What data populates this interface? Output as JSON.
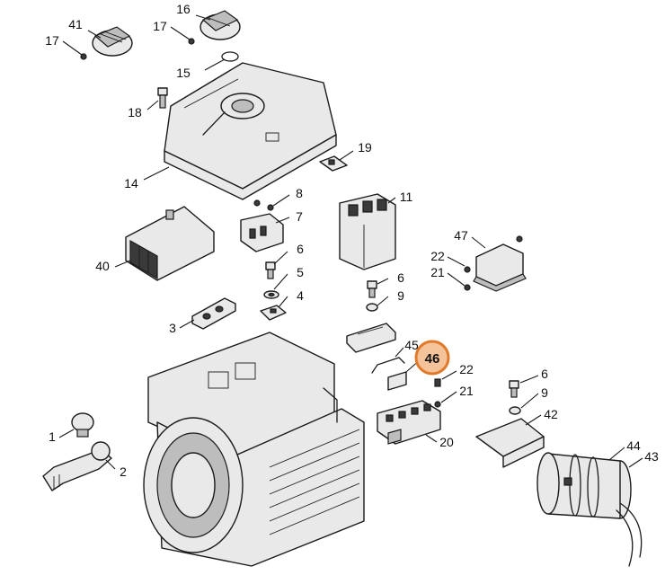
{
  "highlight": {
    "label": "46",
    "color": "#e07a2a",
    "fill": "#f5c39a"
  },
  "labels": {
    "l41": "41",
    "l17a": "17",
    "l16": "16",
    "l17b": "17",
    "l15": "15",
    "l18": "18",
    "l14": "14",
    "l19": "19",
    "l8": "8",
    "l7": "7",
    "l11": "11",
    "l40": "40",
    "l6a": "6",
    "l5": "5",
    "l4": "4",
    "l3": "3",
    "l6b": "6",
    "l9a": "9",
    "l47": "47",
    "l22a": "22",
    "l21a": "21",
    "l45": "45",
    "l22b": "22",
    "l21b": "21",
    "l6c": "6",
    "l9b": "9",
    "l42": "42",
    "l20": "20",
    "l1": "1",
    "l2": "2",
    "l44": "44",
    "l43": "43"
  }
}
